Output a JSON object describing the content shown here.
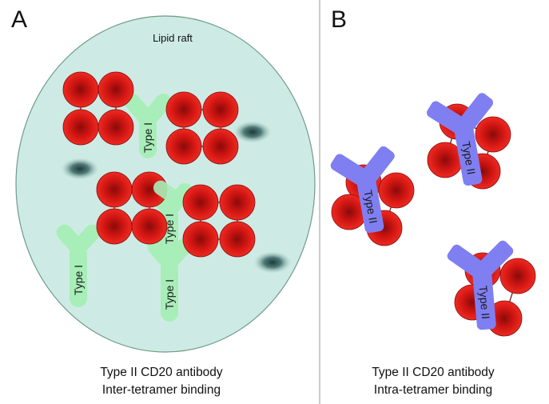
{
  "panel_a": {
    "letter": "A",
    "raft_label": "Lipid raft",
    "antibody_labels": [
      "Type I",
      "Type I",
      "Type I",
      "Type I"
    ],
    "caption_line1": "Type II CD20 antibody",
    "caption_line2": "Inter-tetramer binding"
  },
  "panel_b": {
    "letter": "B",
    "antibody_labels": [
      "Type II",
      "Type II",
      "Type II"
    ],
    "caption_line1": "Type II CD20 antibody",
    "caption_line2": "Intra-tetramer binding"
  },
  "colors": {
    "raft_fill": "#cdebe4",
    "raft_stroke": "#6f9a8c",
    "cd20_outer": "#e8221d",
    "cd20_inner": "#8a0a0a",
    "type1_antibody": "#a8eeb8",
    "type2_antibody": "#7f7ff2",
    "divider": "#9a9a9a"
  }
}
